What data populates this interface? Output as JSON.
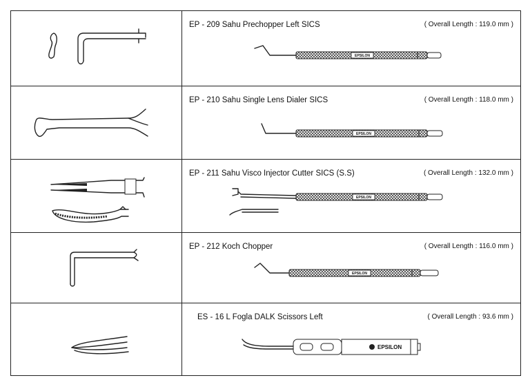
{
  "brand": "EPSILON",
  "products": [
    {
      "code": "EP - 209",
      "name": "Sahu Prechopper Left SICS",
      "title": "EP - 209 Sahu Prechopper Left SICS",
      "length": "( Overall Length : 119.0 mm )"
    },
    {
      "code": "EP - 210",
      "name": "Sahu Single Lens Dialer SICS",
      "title": "EP - 210 Sahu Single Lens Dialer SICS",
      "length": "( Overall Length : 118.0 mm )"
    },
    {
      "code": "EP - 211",
      "name": "Sahu Visco Injector Cutter SICS (S.S)",
      "title": "EP - 211 Sahu Visco Injector Cutter SICS (S.S)",
      "length": "( Overall Length : 132.0 mm )"
    },
    {
      "code": "EP - 212",
      "name": "Koch Chopper",
      "title": "EP - 212 Koch Chopper",
      "length": "( Overall Length : 116.0 mm )"
    },
    {
      "code": "ES - 16 L",
      "name": "Fogla DALK Scissors Left",
      "title": "ES - 16 L  Fogla DALK Scissors Left",
      "length": "( Overall Length : 93.6 mm )"
    }
  ]
}
